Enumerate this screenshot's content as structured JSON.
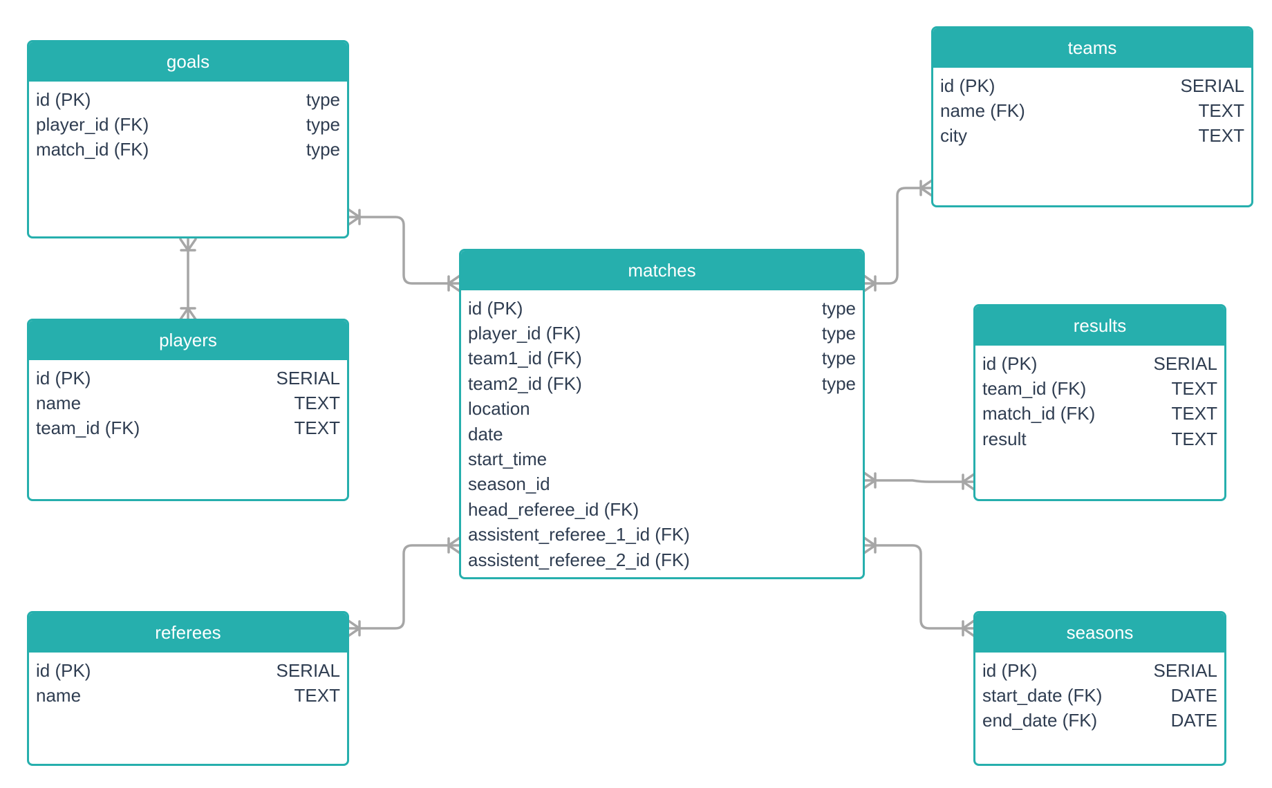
{
  "colors": {
    "entity_accent": "#26afad",
    "connector": "#a6a6a6",
    "text": "#2f3d51"
  },
  "entities": {
    "goals": {
      "title": "goals",
      "fields": [
        {
          "name": "id (PK)",
          "type": "type"
        },
        {
          "name": "player_id (FK)",
          "type": "type"
        },
        {
          "name": "match_id (FK)",
          "type": "type"
        }
      ]
    },
    "players": {
      "title": "players",
      "fields": [
        {
          "name": "id (PK)",
          "type": "SERIAL"
        },
        {
          "name": "name",
          "type": "TEXT"
        },
        {
          "name": "team_id (FK)",
          "type": "TEXT"
        }
      ]
    },
    "referees": {
      "title": "referees",
      "fields": [
        {
          "name": "id (PK)",
          "type": "SERIAL"
        },
        {
          "name": "name",
          "type": "TEXT"
        }
      ]
    },
    "matches": {
      "title": "matches",
      "fields": [
        {
          "name": "id (PK)",
          "type": "type"
        },
        {
          "name": "player_id (FK)",
          "type": "type"
        },
        {
          "name": "team1_id (FK)",
          "type": "type"
        },
        {
          "name": "team2_id (FK)",
          "type": "type"
        },
        {
          "name": "location",
          "type": ""
        },
        {
          "name": "date",
          "type": ""
        },
        {
          "name": "start_time",
          "type": ""
        },
        {
          "name": "season_id",
          "type": ""
        },
        {
          "name": "head_referee_id (FK)",
          "type": ""
        },
        {
          "name": "assistent_referee_1_id (FK)",
          "type": ""
        },
        {
          "name": "assistent_referee_2_id (FK)",
          "type": ""
        }
      ]
    },
    "teams": {
      "title": "teams",
      "fields": [
        {
          "name": "id (PK)",
          "type": "SERIAL"
        },
        {
          "name": "name (FK)",
          "type": "TEXT"
        },
        {
          "name": "city",
          "type": "TEXT"
        }
      ]
    },
    "results": {
      "title": "results",
      "fields": [
        {
          "name": "id (PK)",
          "type": "SERIAL"
        },
        {
          "name": "team_id (FK)",
          "type": "TEXT"
        },
        {
          "name": "match_id (FK)",
          "type": "TEXT"
        },
        {
          "name": "result",
          "type": "TEXT"
        }
      ]
    },
    "seasons": {
      "title": "seasons",
      "fields": [
        {
          "name": "id (PK)",
          "type": "SERIAL"
        },
        {
          "name": "start_date (FK)",
          "type": "DATE"
        },
        {
          "name": "end_date (FK)",
          "type": "DATE"
        }
      ]
    }
  },
  "relationships": [
    {
      "from": "goals",
      "to": "players",
      "notation": "many-to-many"
    },
    {
      "from": "goals",
      "to": "matches",
      "notation": "many-to-many"
    },
    {
      "from": "teams",
      "to": "matches",
      "notation": "many-to-many"
    },
    {
      "from": "results",
      "to": "matches",
      "notation": "many-to-many"
    },
    {
      "from": "referees",
      "to": "matches",
      "notation": "many-to-many"
    },
    {
      "from": "seasons",
      "to": "matches",
      "notation": "many-to-many"
    }
  ]
}
